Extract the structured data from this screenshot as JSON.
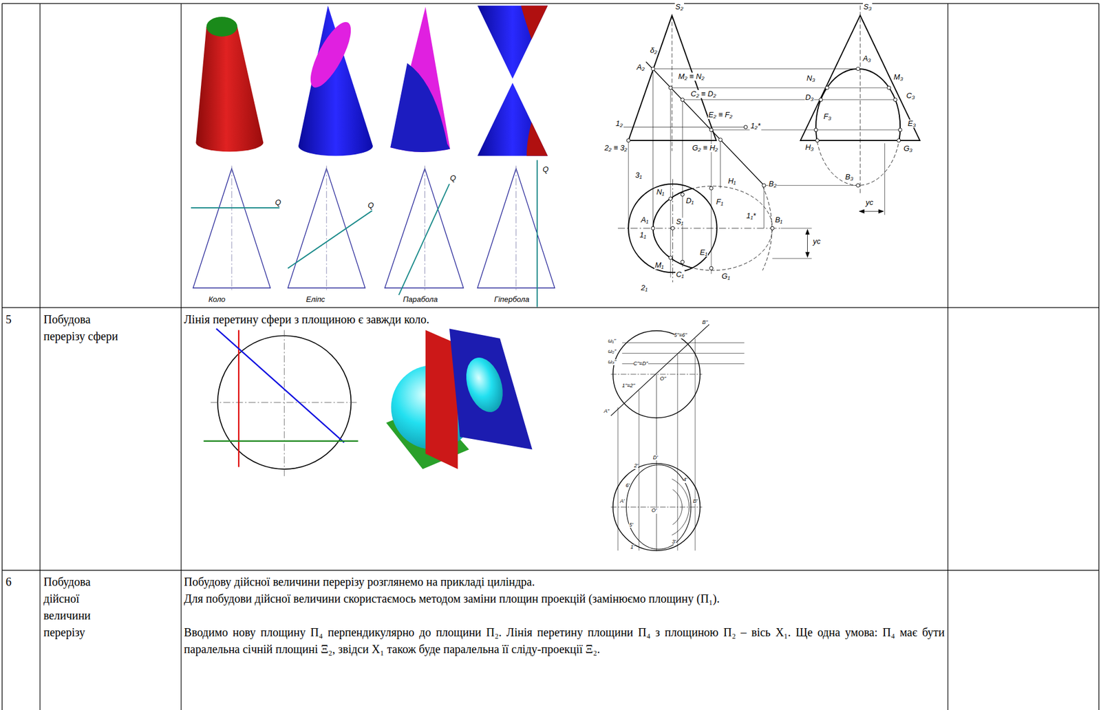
{
  "diagram": {
    "labels": [
      "5",
      "Побудова перерізу сфери",
      "Лінія перетину сфери з площиною є завжди коло.",
      "6",
      "Побудова дійсної величини перерізу",
      "Побудову дійсної величини перерізу розглянемо на прикладі циліндра.",
      "Для побудови дійсної величини скористаємось методом заміни площин проекцій (замінюємо площину (П₁).",
      "Вводимо нову площину П₄ перпендикулярно до площини П₂. Лінія перетину площини П₄ з площиною П₂ – вісь X₁. Ще одна умова: П₄ має бути паралельна січній площині Ξ₂, звідси X₁ також буде паралельна її сліду-проекції Ξ₂.",
      "Коло",
      "Еліпс",
      "Парабола",
      "Гіпербола",
      "Q",
      "Q",
      "Q",
      "Q",
      "S₂",
      "δ₂",
      "A₂",
      "M₂ ≡ N₂",
      "C₂ ≡ D₂",
      "E₂ ≡ F₂",
      "1₂",
      "1₂*",
      "2₂ ≡ 3₂",
      "G₂ ≡ H₂",
      "B₂",
      "3₁",
      "N₁",
      "D₁",
      "F₁",
      "H₁",
      "A₁",
      "S₁",
      "1₁",
      "1₁*",
      "B₁",
      "E₁",
      "M₁",
      "C₁",
      "G₁",
      "2₁",
      "yc",
      "S₃",
      "N₃",
      "A₃",
      "M₃",
      "D₃",
      "C₃",
      "F₃",
      "E₃",
      "H₃",
      "G₃",
      "B₃",
      "yc",
      "ω₁''",
      "ω₂''",
      "ω₃''",
      "B''",
      "5''≡6''",
      "C''≡D''",
      "O''",
      "1''≡2''",
      "A''",
      "D'",
      "2'",
      "6'",
      "4'",
      "A'",
      "O'",
      "B'",
      "5'",
      "3'",
      "1'"
    ]
  }
}
